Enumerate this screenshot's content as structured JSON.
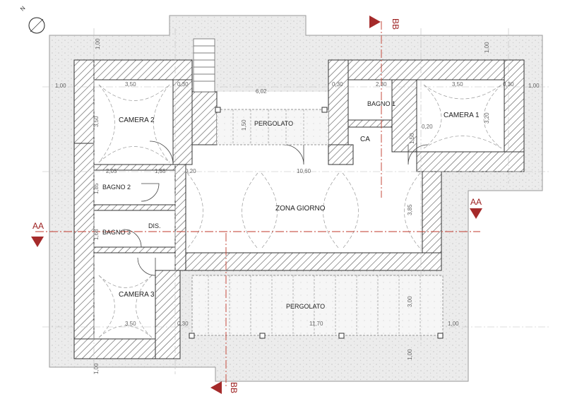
{
  "rooms": {
    "camera2": "CAMERA 2",
    "camera1": "CAMERA 1",
    "camera3": "CAMERA 3",
    "bagno1": "BAGNO 1",
    "bagno2": "BAGNO 2",
    "bagno3": "BAGNO 3",
    "ca": "CA",
    "dis": "DIS.",
    "zona_giorno": "ZONA GIORNO",
    "pergolato_top": "PERGOLATO",
    "pergolato_bottom": "PERGOLATO"
  },
  "sections": {
    "aa_left": "AA",
    "aa_right": "AA",
    "bb_top": "BB",
    "bb_bottom": "BB"
  },
  "north_label": "N",
  "dimensions": {
    "d_100_tl_v": "1,00",
    "d_100_left": "1,00",
    "d_350_top_left": "3,50",
    "d_030_top_left": "0,30",
    "d_602": "6,02",
    "d_030_top_mid": "0,30",
    "d_230": "2,30",
    "d_350_top_right": "3,50",
    "d_030_top_right": "0,30",
    "d_100_right": "1,00",
    "d_100_tr_v": "1,00",
    "d_350_left_v": "3,50",
    "d_150_perg_v": "1,50",
    "d_150_ca": "1,50",
    "d_320": "3,20",
    "d_020_ca": "0,20",
    "d_205": "2,05",
    "d_155": "1,55",
    "d_020_mid": "0,20",
    "d_1060": "10,60",
    "d_185_b2": "1,85",
    "d_168_b3": "1,68",
    "d_385": "3,85",
    "d_350_bottom_left": "3,50",
    "d_030_bl": "0,30",
    "d_1170": "11,70",
    "d_100_br": "1,00",
    "d_300": "3,00",
    "d_100_bottom_v": "1,00",
    "d_100_bottom_v2": "1,00"
  },
  "colors": {
    "wall_hatch": "#555555",
    "section_line": "#c0392b",
    "terrace": "#eeeeee"
  }
}
